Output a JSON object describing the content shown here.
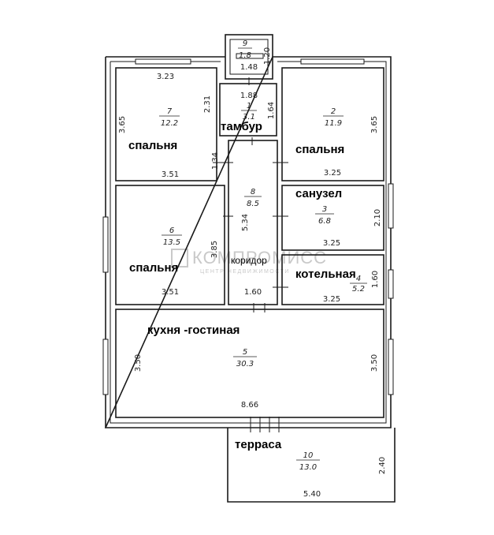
{
  "rooms": [
    {
      "id": "r9",
      "num": "9",
      "area": "1.8"
    },
    {
      "id": "r1",
      "num": "1",
      "area": "3.1"
    },
    {
      "id": "r7",
      "num": "7",
      "area": "12.2"
    },
    {
      "id": "r2",
      "num": "2",
      "area": "11.9"
    },
    {
      "id": "r8",
      "num": "8",
      "area": "8.5"
    },
    {
      "id": "r3",
      "num": "3",
      "area": "6.8"
    },
    {
      "id": "r6",
      "num": "6",
      "area": "13.5"
    },
    {
      "id": "r4",
      "num": "4",
      "area": "5.2"
    },
    {
      "id": "r5",
      "num": "5",
      "area": "30.3"
    },
    {
      "id": "r10",
      "num": "10",
      "area": "13.0"
    }
  ],
  "labels": {
    "tambur": "тамбур",
    "bedroom7": "спальня",
    "bedroom2": "спальня",
    "bathroom": "санузел",
    "bedroom6": "спальня",
    "corridor": "коридор",
    "boiler": "котельная",
    "kitchen": "кухня -гостиная",
    "terrace": "терраса"
  },
  "dims": {
    "d9_h": "1.48",
    "d9_v": "1.20",
    "d1_h": "1.88",
    "d1_v": "1.64",
    "d7_top": "3.23",
    "d7_left": "3.65",
    "d7_right": "2.31",
    "d7_bottom": "3.51",
    "d2_right": "3.65",
    "d2_bottom": "3.25",
    "d8_door": "1.34",
    "d8_v": "5.34",
    "d8_bottom": "1.60",
    "d3_right": "2.10",
    "d3_bottom": "3.25",
    "d6_right": "3.85",
    "d6_bottom": "3.51",
    "d4_right": "1.60",
    "d4_bottom": "3.25",
    "d5_left": "3.50",
    "d5_right": "3.50",
    "d5_bottom": "8.66",
    "d10_right": "2.40",
    "d10_bottom": "5.40"
  },
  "watermark": {
    "main": "КОМПРОМИСС",
    "sub": "ЦЕНТР НЕДВИЖИМОСТИ"
  }
}
